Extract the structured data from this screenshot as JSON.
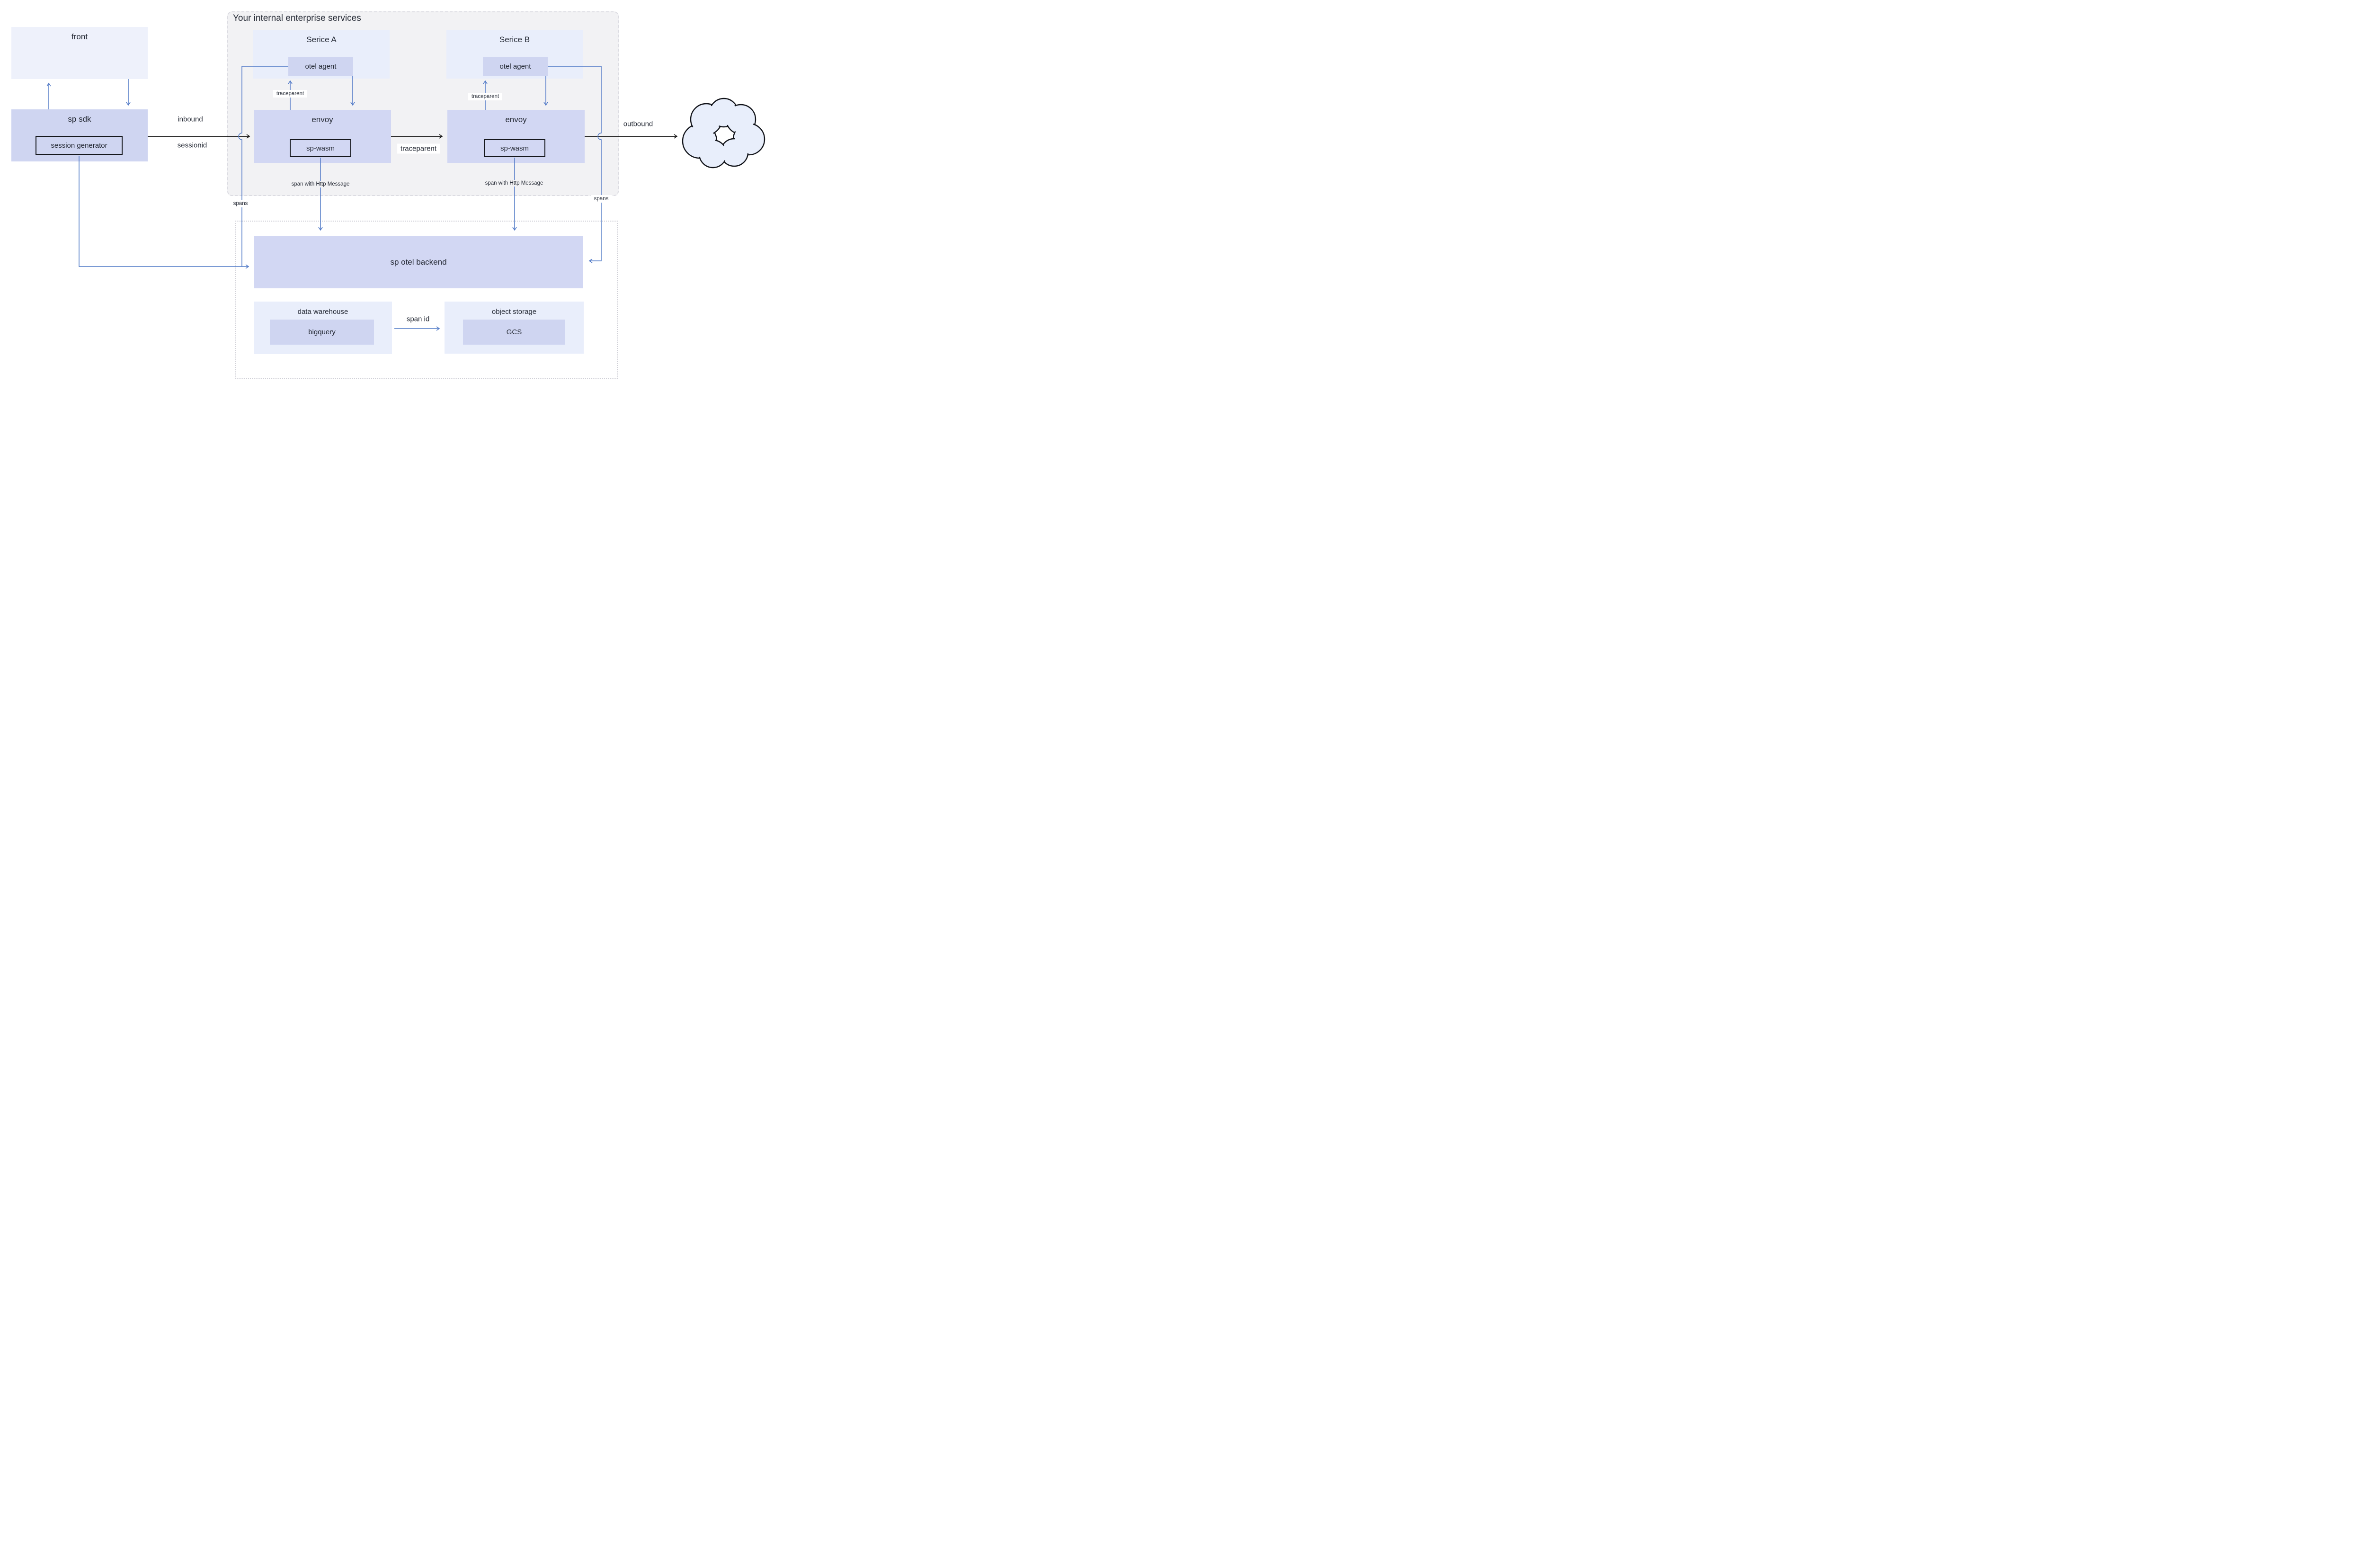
{
  "diagram": {
    "container": {
      "title": "Your internal enterprise services"
    },
    "front": {
      "label": "front"
    },
    "sp_sdk": {
      "label": "sp sdk",
      "session_generator": "session generator"
    },
    "service_a": {
      "title": "Serice A",
      "otel_agent": "otel agent",
      "envoy": "envoy",
      "sp_wasm": "sp-wasm"
    },
    "service_b": {
      "title": "Serice B",
      "otel_agent": "otel agent",
      "envoy": "envoy",
      "sp_wasm": "sp-wasm"
    },
    "backend": {
      "label": "sp otel backend"
    },
    "data_warehouse": {
      "title": "data warehouse",
      "bigquery": "bigquery"
    },
    "object_storage": {
      "title": "object storage",
      "gcs": "GCS"
    },
    "cloud": {
      "name": "external-cloud"
    }
  },
  "edges": {
    "inbound": "inbound",
    "sessionid": "sessionid",
    "traceparent_a": "traceparent",
    "traceparent_b": "traceparent",
    "traceparent_main": "traceparent",
    "outbound": "outbound",
    "spans_left": "spans",
    "spans_right": "spans",
    "span_http_a": "span with Http Message",
    "span_http_b": "span with Http Message",
    "span_id": "span id"
  },
  "colors": {
    "lavender": "#cfd5f1",
    "light_blue": "#e9eefb",
    "container_gray": "#f2f2f4",
    "blue_line": "#4f78c6",
    "black_line": "#141414",
    "text": "#262b36"
  }
}
